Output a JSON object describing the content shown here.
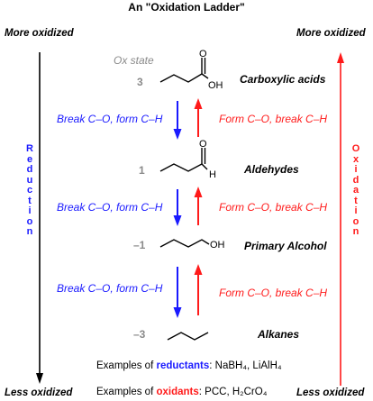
{
  "title": "An \"Oxidation Ladder\"",
  "top_left": "More oxidized",
  "top_right": "More oxidized",
  "bottom_left": "Less oxidized",
  "bottom_right": "Less oxidized",
  "ox_state_header": "Ox state",
  "rows": [
    {
      "ox": "3",
      "name": "Carboxylic acids",
      "label": "OH"
    },
    {
      "ox": "1",
      "name": "Aldehydes",
      "label_o": "O",
      "label_h": "H"
    },
    {
      "ox": "–1",
      "name": "Primary Alcohol",
      "label": "OH"
    },
    {
      "ox": "–3",
      "name": "Alkanes"
    }
  ],
  "carboxyl_o": "O",
  "steps": [
    {
      "reduction": "Break C–O, form C–H",
      "oxidation": "Form C–O, break C–H"
    },
    {
      "reduction": "Break C–O, form C–H",
      "oxidation": "Form C–O, break C–H"
    },
    {
      "reduction": "Break C–O, form C–H",
      "oxidation": "Form C–O, break C–H"
    }
  ],
  "reduction_label": [
    "R",
    "e",
    "d",
    "u",
    "c",
    "t",
    "i",
    "o",
    "n"
  ],
  "oxidation_label": [
    "O",
    "x",
    "i",
    "d",
    "a",
    "t",
    "i",
    "o",
    "n"
  ],
  "examples": {
    "reductants_prefix": "Examples of ",
    "reductants_word": "reductants",
    "reductants_list": ": NaBH₄, LiAlH₄",
    "oxidants_prefix": "Examples of ",
    "oxidants_word": "oxidants",
    "oxidants_list": ": PCC, H₂CrO₄"
  },
  "colors": {
    "reduction": "#1a1aff",
    "oxidation": "#ff1a1a",
    "ox_state": "#8a8a8a"
  }
}
